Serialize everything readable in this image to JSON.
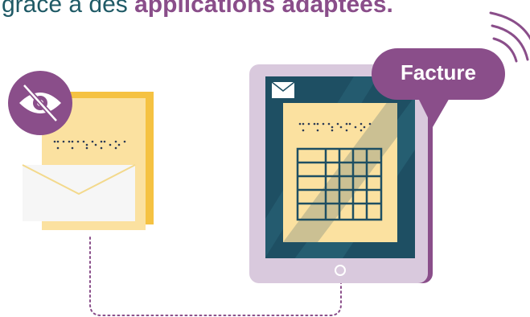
{
  "headline": {
    "prefix": "grâce à des ",
    "emphasis": "applications adaptées."
  },
  "bubble": {
    "label": "Facture"
  },
  "colors": {
    "teal": "#1f5a66",
    "purple": "#8a4e8a",
    "tablet_frame": "#d9c9dd",
    "paper": "#fbe1a0",
    "paper_shadow": "#f5c242",
    "envelope": "#f6f6f6",
    "screen": "#1e4f63"
  },
  "icons": {
    "eye": "crossed-eye-icon",
    "mail": "envelope-icon",
    "signal": "wireless-signal-icon",
    "braille": "braille-text-icon",
    "table": "invoice-table-icon"
  }
}
